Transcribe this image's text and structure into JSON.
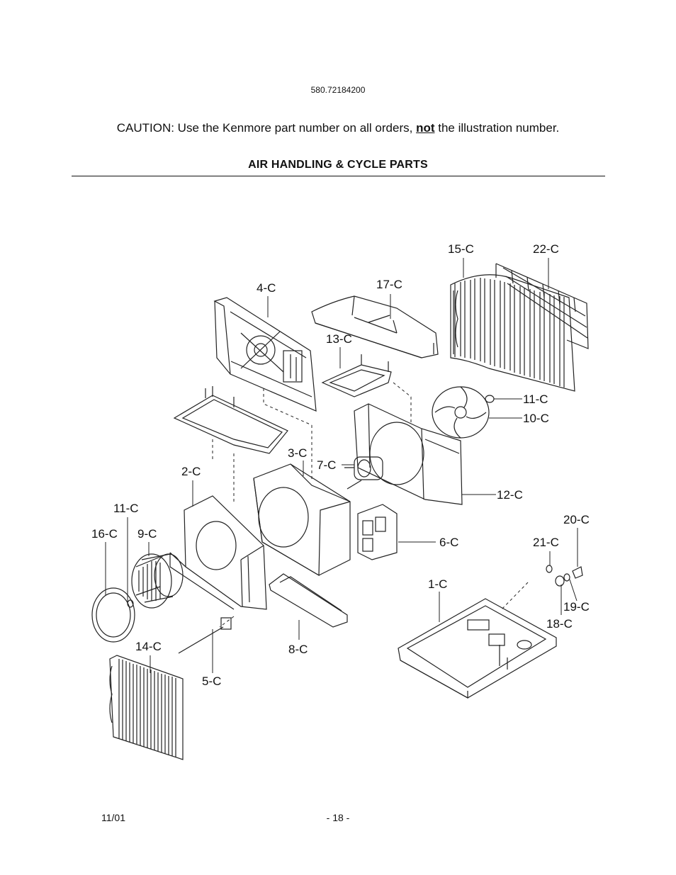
{
  "header": {
    "model_number": "580.72184200",
    "caution_prefix": "CAUTION: Use the Kenmore part number on all orders, ",
    "caution_emphasis": "not",
    "caution_suffix": " the illustration number.",
    "section_title": "AIR HANDLING & CYCLE PARTS"
  },
  "diagram": {
    "labels": [
      "15-C",
      "22-C",
      "4-C",
      "17-C",
      "13-C",
      "11-C",
      "10-C",
      "3-C",
      "7-C",
      "2-C",
      "12-C",
      "11-C",
      "20-C",
      "16-C",
      "9-C",
      "21-C",
      "6-C",
      "1-C",
      "19-C",
      "18-C",
      "14-C",
      "8-C",
      "5-C"
    ]
  },
  "footer": {
    "date": "11/01",
    "page": "- 18 -"
  }
}
